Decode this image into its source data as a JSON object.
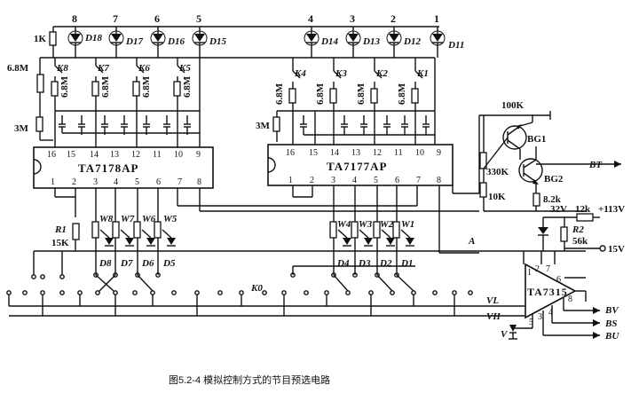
{
  "caption": "图5.2-4  模拟控制方式的节目预选电路",
  "ic_left": {
    "name": "TA7178AP",
    "top_pins": [
      "16",
      "15",
      "14",
      "13",
      "12",
      "11",
      "10",
      "9"
    ],
    "bottom_pins": [
      "1",
      "2",
      "3",
      "4",
      "5",
      "6",
      "7",
      "8"
    ]
  },
  "ic_right": {
    "name": "TA7177AP",
    "top_pins": [
      "16",
      "15",
      "14",
      "13",
      "12",
      "11",
      "10",
      "9"
    ],
    "bottom_pins": [
      "1",
      "2",
      "3",
      "4",
      "5",
      "6",
      "7",
      "8"
    ]
  },
  "ic_tuner": {
    "name": "TA7315",
    "pins": [
      "1",
      "2",
      "3",
      "4",
      "5",
      "6",
      "7",
      "8"
    ]
  },
  "led_numbers": [
    "8",
    "7",
    "6",
    "5",
    "4",
    "3",
    "2",
    "1"
  ],
  "leds_left": [
    "D18",
    "D17",
    "D16",
    "D15"
  ],
  "leds_right": [
    "D14",
    "D13",
    "D12",
    "D11"
  ],
  "switches_left": [
    "K8",
    "K7",
    "K6",
    "K5"
  ],
  "switches_right": [
    "K4",
    "K3",
    "K2",
    "K1"
  ],
  "pot_labels_left": [
    "W8",
    "W7",
    "W6",
    "W5"
  ],
  "pot_labels_right": [
    "W4",
    "W3",
    "W2",
    "W1"
  ],
  "diodes_left": [
    "D8",
    "D7",
    "D6",
    "D5"
  ],
  "diodes_right": [
    "D4",
    "D3",
    "D2",
    "D1"
  ],
  "res_6m8": "6.8M",
  "res_3m": "3M",
  "res_1k": "1K",
  "r1": {
    "name": "R1",
    "value": "15K"
  },
  "r2": {
    "name": "R2",
    "value": "56k"
  },
  "transistors": {
    "bg1": "BG1",
    "bg2": "BG2"
  },
  "res_100k": "100K",
  "res_330k": "330K",
  "res_10k": "10K",
  "res_8k2": "8.2k",
  "supply_32v": "32V",
  "res_12k": "12k",
  "supply_113v": "+113V",
  "supply_15v": "15V",
  "node_a": "A",
  "k0": "K0",
  "vl": "VL",
  "vh": "VH",
  "vdiode": "V",
  "out_bt": "BT",
  "out_bv": "BV",
  "out_bs": "BS",
  "out_bu": "BU"
}
